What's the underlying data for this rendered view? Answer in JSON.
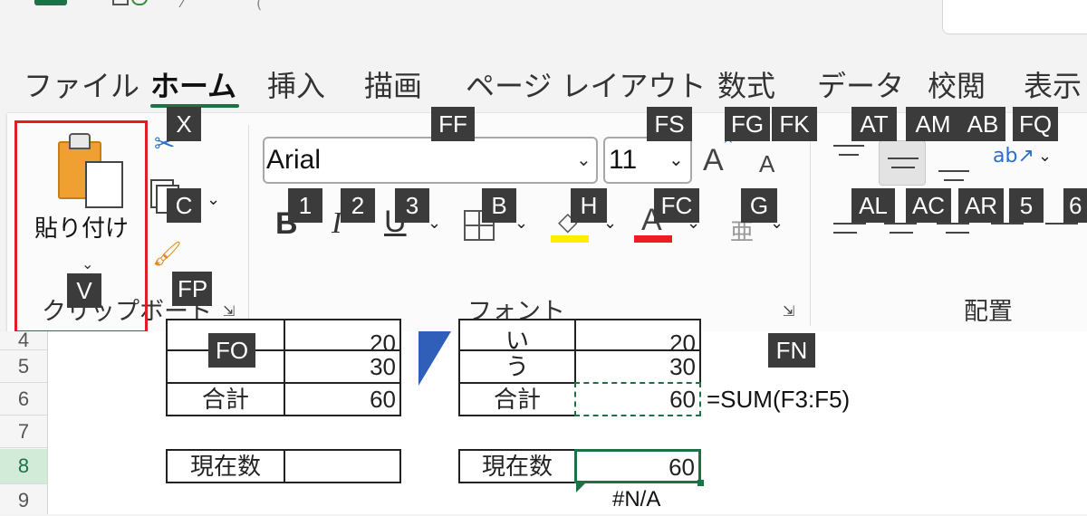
{
  "menu": {
    "tabs": [
      {
        "label": "ファイル"
      },
      {
        "label": "ホーム"
      },
      {
        "label": "挿入"
      },
      {
        "label": "描画"
      },
      {
        "label": "ページ レイアウト"
      },
      {
        "label": "数式"
      },
      {
        "label": "データ"
      },
      {
        "label": "校閲"
      },
      {
        "label": "表示"
      }
    ]
  },
  "ribbon": {
    "clipboard": {
      "paste_label": "貼り付け",
      "group_label": "クリップボード"
    },
    "font": {
      "font_name": "Arial",
      "font_size": "11",
      "bold": "B",
      "italic": "I",
      "underline": "U",
      "grow": "A",
      "shrink": "A",
      "color_a": "A",
      "phonetic": "亜",
      "group_label": "フォント"
    },
    "alignment": {
      "group_label": "配置"
    }
  },
  "colors": {
    "accent": "#1e7145",
    "highlight_border": "#e31b23",
    "fill_yellow": "#ffee00",
    "font_red": "#ee1c25",
    "keytip_bg": "#3b3b3b"
  },
  "icons": [
    "cut-icon",
    "copy-icon",
    "format-painter-icon",
    "paste-icon",
    "border-icon",
    "fill-color-icon",
    "font-color-icon",
    "orientation-icon",
    "dialog-launcher-icon"
  ],
  "keytips": {
    "X": "X",
    "C": "C",
    "FP": "FP",
    "V": "V",
    "FO": "FO",
    "FF": "FF",
    "FS": "FS",
    "FG": "FG",
    "FK": "FK",
    "t1": "1",
    "t2": "2",
    "t3": "3",
    "B": "B",
    "H": "H",
    "FC": "FC",
    "G": "G",
    "FN": "FN",
    "AT": "AT",
    "AM": "AM",
    "AB": "AB",
    "FQ": "FQ",
    "AL": "AL",
    "AC": "AC",
    "AR": "AR",
    "t5": "5",
    "t6": "6"
  },
  "sheet": {
    "row_numbers": [
      "4",
      "5",
      "6",
      "7",
      "8",
      "9"
    ],
    "left_table": {
      "row4_value": "20",
      "row5_value": "30",
      "row6_label": "合計",
      "row6_value": "60",
      "row8_label": "現在数",
      "row8_value": ""
    },
    "right_table": {
      "row4_label": "い",
      "row4_value": "20",
      "row5_label": "う",
      "row5_value": "30",
      "row6_label": "合計",
      "row6_value": "60",
      "row8_label": "現在数",
      "row8_value": "60"
    },
    "formula_note": "=SUM(F3:F5)",
    "error_note": "#N/A"
  }
}
